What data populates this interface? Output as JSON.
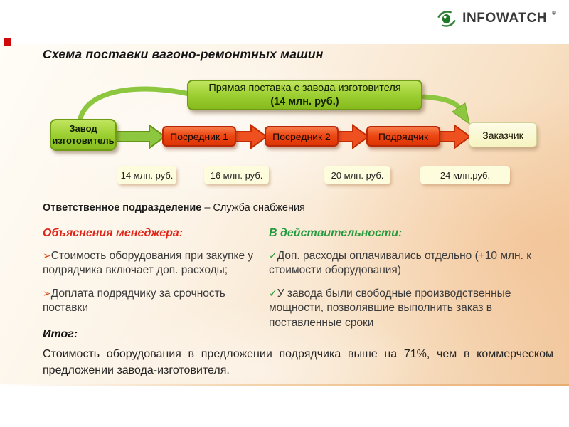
{
  "logo": {
    "text": "INFOWATCH",
    "registered": "®"
  },
  "title": "Схема поставки вагоно-ремонтных машин",
  "diagram": {
    "direct_supply_line1": "Прямая поставка с завода изготовителя",
    "direct_supply_line2": "(14 млн. руб.)",
    "nodes": [
      {
        "label": "Завод изготовитель",
        "type": "green"
      },
      {
        "label": "Посредник 1",
        "type": "red"
      },
      {
        "label": "Посредник 2",
        "type": "red"
      },
      {
        "label": "Подрядчик",
        "type": "red"
      },
      {
        "label": "Заказчик",
        "type": "yellow"
      }
    ],
    "prices": [
      "14 млн. руб.",
      "16 млн. руб.",
      "20 млн. руб.",
      "24 млн.руб."
    ]
  },
  "responsible": {
    "label": "Ответственное подразделение",
    "value": " – Служба снабжения"
  },
  "manager": {
    "heading": "Объяснения менеджера:",
    "bullet_marker": "➢",
    "bullets": [
      "Стоимость оборудования при закупке у подрядчика включает доп. расходы;",
      "Доплата подрядчику за срочность поставки"
    ]
  },
  "reality": {
    "heading": "В действительности:",
    "bullet_marker": "✓",
    "bullets": [
      "Доп. расходы оплачивались отдельно (+10 млн. к стоимости оборудования)",
      "У завода были свободные производственные мощности, позволявшие выполнить заказ в поставленные сроки"
    ]
  },
  "result": {
    "heading": "Итог:",
    "text": "Стоимость оборудования в предложении подрядчика выше на 71%, чем в коммерческом предложении завода-изготовителя."
  },
  "colors": {
    "green_box": "#9CCF31",
    "red_box": "#EC4814",
    "customer_box": "#F6F4C0",
    "price_box": "#FDFCDD",
    "heading_red": "#E02418",
    "heading_green": "#259A3E",
    "accent_square": "#CF0A0A",
    "background_peach": "#F1C89F"
  }
}
